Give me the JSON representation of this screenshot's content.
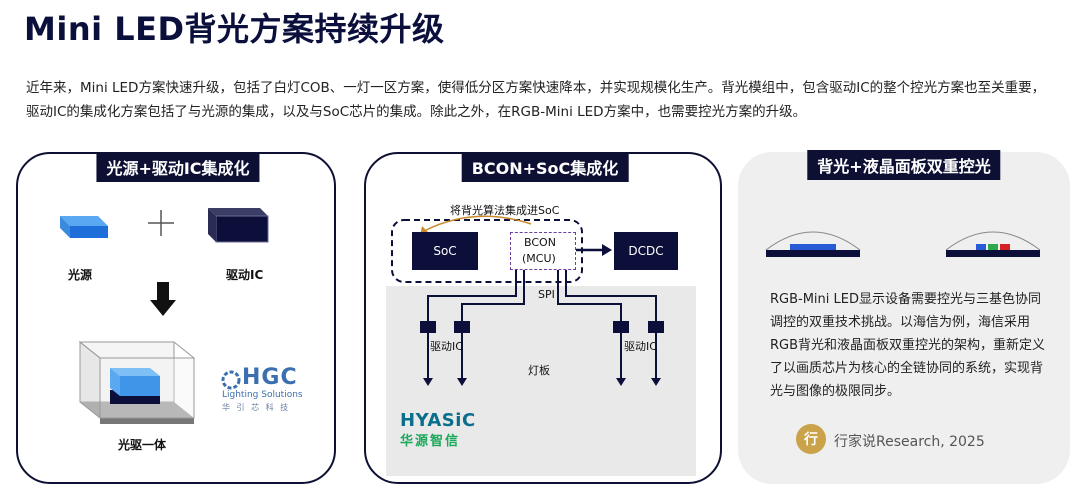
{
  "page": {
    "title": "Mini LED背光方案持续升级",
    "intro": "近年来，Mini LED方案快速升级，包括了白灯COB、一灯一区方案，使得低分区方案快速降本，并实现规模化生产。背光模组中，包含驱动IC的整个控光方案也至关重要，驱动IC的集成化方案包括了与光源的集成，以及与SoC芯片的集成。除此之外，在RGB-Mini LED方案中，也需要控光方案的升级。"
  },
  "panel1": {
    "title": "光源+驱动IC集成化",
    "light_label": "光源",
    "ic_label": "驱动IC",
    "merged_label": "光驱一体",
    "logo_text": "HGC",
    "logo_sub": "Lighting Solutions",
    "logo_cn": "华 引 芯 科 技"
  },
  "panel2": {
    "title": "BCON+SoC集成化",
    "algo_label": "将背光算法集成进SoC",
    "soc": "SoC",
    "bcon": "BCON",
    "mcu": "(MCU)",
    "dcdc": "DCDC",
    "spi": "SPI",
    "drv_left": "驱动IC",
    "drv_right": "驱动IC",
    "board": "灯板",
    "logo_text": "HYASiC",
    "logo_cn": "华源智信"
  },
  "panel3": {
    "title": "背光+液晶面板双重控光",
    "caption": "RGB-Mini LED显示设备需要控光与三基色协同调控的双重技术挑战。以海信为例，海信采用RGB背光和液晶面板双重控光的架构，重新定义了以画质芯片为核心的全链协同的系统，实现背光与图像的极限同步。",
    "watermark": "行家说Research, 2025"
  },
  "colors": {
    "navy": "#0d0f3b",
    "blue": "#1e6fd9",
    "accent": "#c41e1e"
  }
}
